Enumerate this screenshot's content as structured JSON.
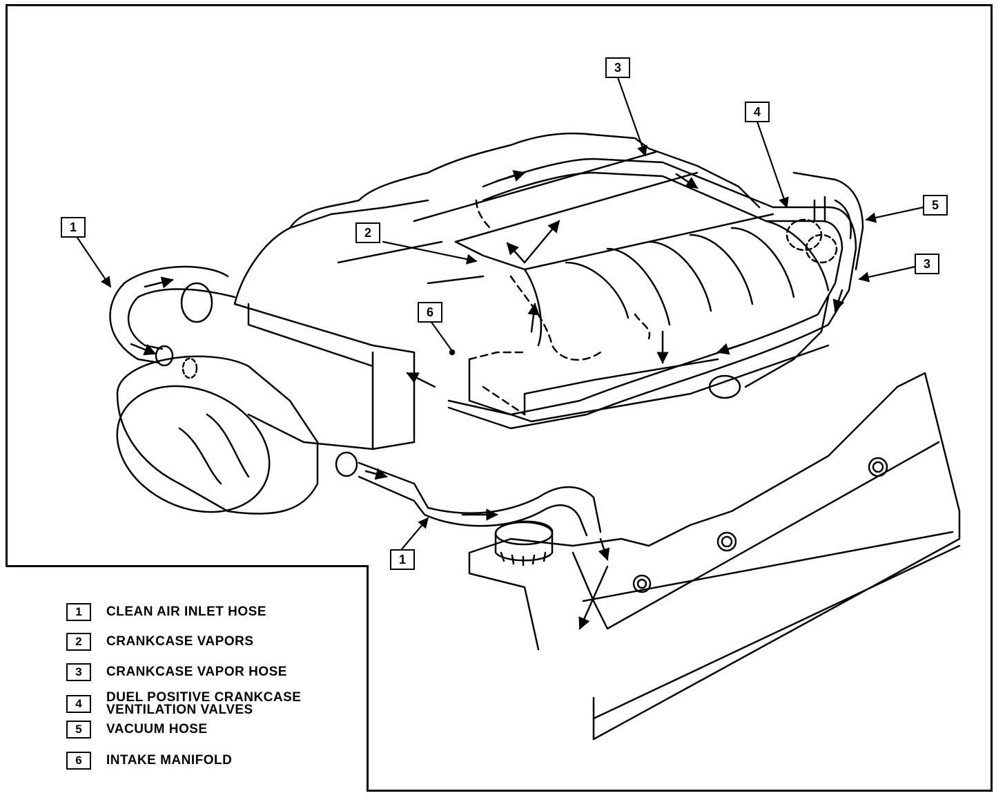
{
  "callouts": {
    "c1_upper": "1",
    "c1_lower": "1",
    "c2": "2",
    "c3_top": "3",
    "c3_right": "3",
    "c4": "4",
    "c5": "5",
    "c6": "6"
  },
  "legend": [
    {
      "key": "1",
      "text": "CLEAN AIR INLET HOSE"
    },
    {
      "key": "2",
      "text": "CRANKCASE VAPORS"
    },
    {
      "key": "3",
      "text": "CRANKCASE VAPOR HOSE"
    },
    {
      "key": "4",
      "text": "DUEL POSITIVE CRANKCASE\nVENTILATION VALVES"
    },
    {
      "key": "5",
      "text": "VACUUM HOSE"
    },
    {
      "key": "6",
      "text": "INTAKE MANIFOLD"
    }
  ]
}
